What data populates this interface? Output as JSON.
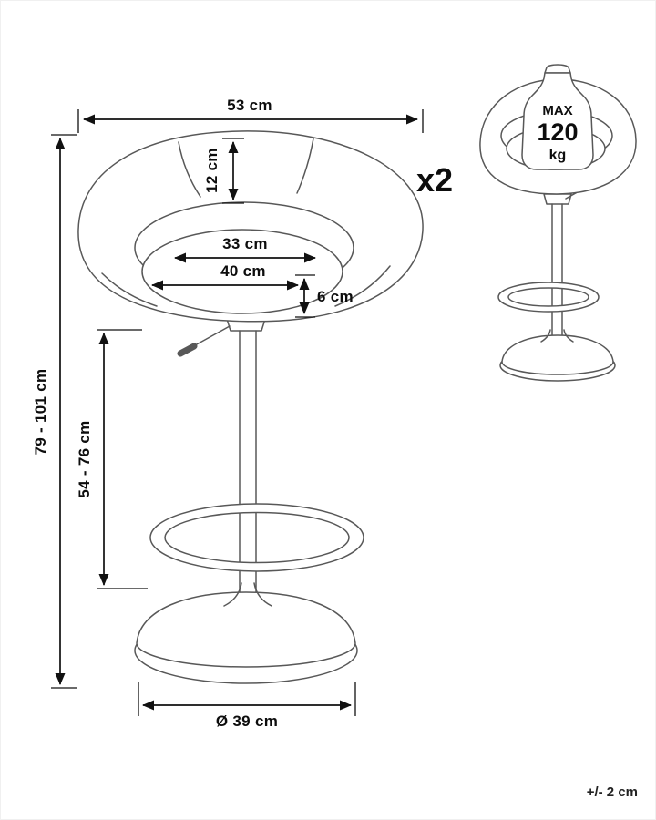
{
  "labels": {
    "overall_width": "53 cm",
    "backrest_depth": "12 cm",
    "seat_inner_width": "33 cm",
    "seat_width": "40 cm",
    "cushion_thickness": "6 cm",
    "overall_height": "79 - 101 cm",
    "seat_height": "54 - 76 cm",
    "base_diameter": "Ø 39 cm",
    "quantity": "x2",
    "tolerance": "+/- 2 cm",
    "max_weight": {
      "word": "MAX",
      "value": "120",
      "unit": "kg"
    }
  },
  "colors": {
    "drawing_line": "#585858",
    "dimension_line": "#111111",
    "background": "#ffffff"
  }
}
